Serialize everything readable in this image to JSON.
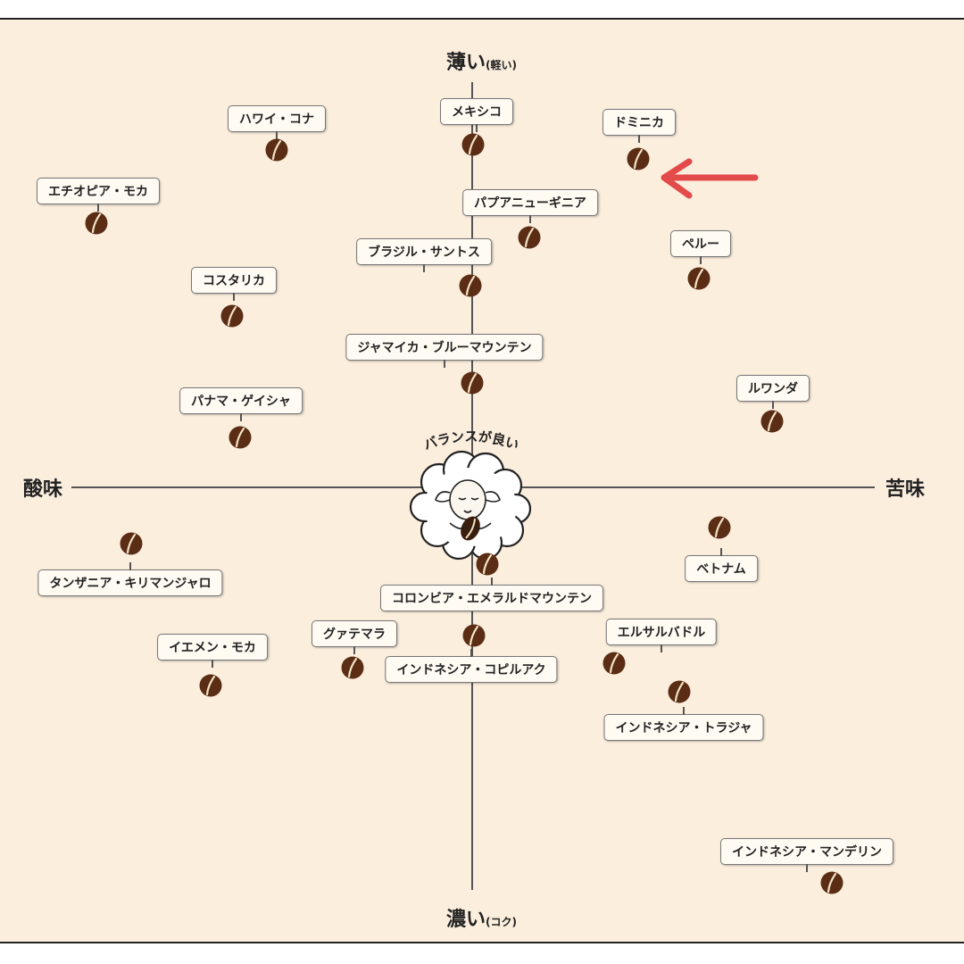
{
  "axes": {
    "top": {
      "main": "薄い",
      "sub": "(軽い)"
    },
    "bottom": {
      "main": "濃い",
      "sub": "(コク)"
    },
    "left": {
      "main": "酸味"
    },
    "right": {
      "main": "苦味"
    }
  },
  "center_label": "バランスが良い",
  "colors": {
    "background": "#fbeedd",
    "bean": "#5a2d14",
    "arrow": "#e34a4a",
    "axis": "#555555"
  },
  "highlighted": "ドミニカ",
  "coffees": [
    {
      "name": "ハワイ・コナ"
    },
    {
      "name": "メキシコ"
    },
    {
      "name": "ドミニカ"
    },
    {
      "name": "エチオピア・モカ"
    },
    {
      "name": "パプアニューギニア"
    },
    {
      "name": "ペルー"
    },
    {
      "name": "ブラジル・サントス"
    },
    {
      "name": "コスタリカ"
    },
    {
      "name": "ジャマイカ・ブルーマウンテン"
    },
    {
      "name": "ルワンダ"
    },
    {
      "name": "パナマ・ゲイシャ"
    },
    {
      "name": "タンザニア・キリマンジャロ"
    },
    {
      "name": "ベトナム"
    },
    {
      "name": "コロンビア・エメラルドマウンテン"
    },
    {
      "name": "グァテマラ"
    },
    {
      "name": "エルサルバドル"
    },
    {
      "name": "イエメン・モカ"
    },
    {
      "name": "インドネシア・コピルアク"
    },
    {
      "name": "インドネシア・トラジャ"
    },
    {
      "name": "インドネシア・マンデリン"
    }
  ]
}
